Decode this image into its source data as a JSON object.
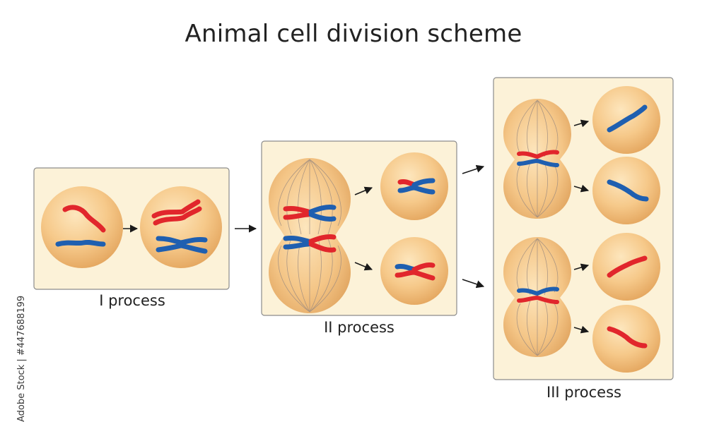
{
  "title": "Animal cell division scheme",
  "captions": {
    "p1": "I process",
    "p2": "II process",
    "p3": "III process"
  },
  "stock_id": "Adobe Stock | #447688199",
  "colors": {
    "panel_fill": "#fcf2d8",
    "panel_stroke": "#8c8c8c",
    "cell_light": "#fbdcaa",
    "cell_dark": "#e3a45c",
    "chromosome_red": "#e1262c",
    "chromosome_blue": "#1f5fb0",
    "arrow": "#1a1a1a"
  }
}
